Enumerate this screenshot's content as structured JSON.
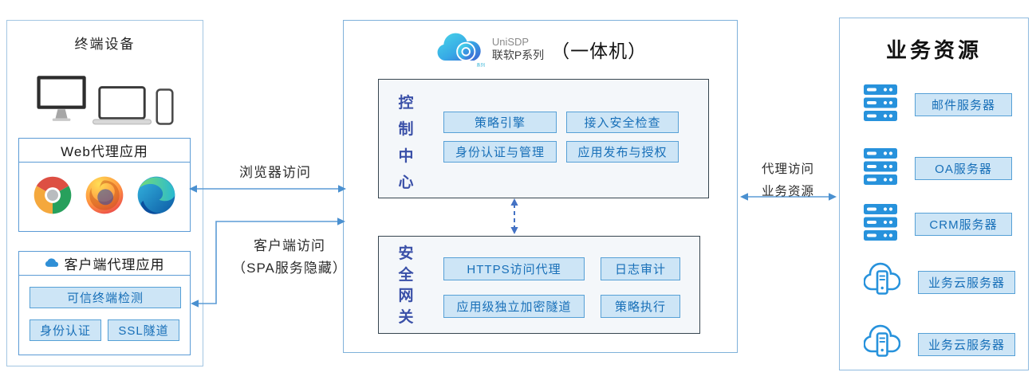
{
  "left_panel": {
    "title": "终端设备",
    "device_icons": [
      "monitor-icon",
      "laptop-icon",
      "phone-icon"
    ],
    "web_proxy": {
      "title": "Web代理应用",
      "browser_icons": [
        "chrome-icon",
        "firefox-icon",
        "edge-icon"
      ]
    },
    "client_proxy": {
      "title": "客户端代理应用",
      "full_button": "可信终端检测",
      "buttons": [
        "身份认证",
        "SSL隧道"
      ]
    }
  },
  "center_panel": {
    "logo": {
      "icon": "unisdp-cloud-logo",
      "mini_text": "系列",
      "name": "UniSDP",
      "series": "联软P系列"
    },
    "title_suffix": "（一体机）",
    "control_center": {
      "title": "控制中心",
      "buttons": [
        "策略引擎",
        "接入安全检查",
        "身份认证与管理",
        "应用发布与授权"
      ]
    },
    "security_gateway": {
      "title": "安全网关",
      "buttons": [
        "HTTPS访问代理",
        "日志审计",
        "应用级独立加密隧道",
        "策略执行"
      ]
    }
  },
  "right_panel": {
    "title": "业务资源",
    "resources": [
      {
        "icon": "rack-server-icon",
        "label": "邮件服务器"
      },
      {
        "icon": "rack-server-icon",
        "label": "OA服务器"
      },
      {
        "icon": "rack-server-icon",
        "label": "CRM服务器"
      },
      {
        "icon": "cloud-server-icon",
        "label": "业务云服务器"
      },
      {
        "icon": "cloud-server-icon",
        "label": "业务云服务器"
      }
    ]
  },
  "connections": {
    "browser_access": {
      "label": "浏览器访问",
      "type": "double-arrow"
    },
    "client_access": {
      "label_line1": "客户端访问",
      "label_line2": "（SPA服务隐藏）",
      "type": "elbow-double-arrow"
    },
    "proxy_access": {
      "label_line1": "代理访问",
      "label_line2": "业务资源",
      "type": "double-arrow"
    },
    "control_gateway_link": {
      "type": "dashed-double-arrow"
    }
  },
  "colors": {
    "arrow": "#5b9bd5",
    "dashed_arrow": "#4472c4",
    "panel_border": "#9cc3e0",
    "box_border": "#5b9bd5",
    "button_bg": "#cde5f6",
    "button_border": "#56a0d6",
    "button_text": "#176fb8",
    "dark_box_border": "#36454f",
    "dark_box_bg": "#f4f7fa",
    "vertical_title": "#3a50a8",
    "server_icon": "#2792dc"
  }
}
